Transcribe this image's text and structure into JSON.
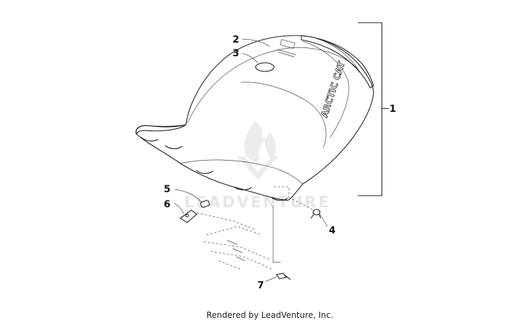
{
  "diagram": {
    "callouts": [
      {
        "id": "1",
        "label": "1"
      },
      {
        "id": "2",
        "label": "2"
      },
      {
        "id": "3",
        "label": "3"
      },
      {
        "id": "4",
        "label": "4"
      },
      {
        "id": "5",
        "label": "5"
      },
      {
        "id": "6",
        "label": "6"
      },
      {
        "id": "7",
        "label": "7"
      }
    ],
    "seat_brand": "ARCTIC CAT",
    "watermark": "LEADVENTURE",
    "footer": "Rendered by LeadVenture, Inc."
  },
  "colors": {
    "line": "#1a1a1a",
    "watermark": "#e6e6e6",
    "background": "#ffffff"
  }
}
